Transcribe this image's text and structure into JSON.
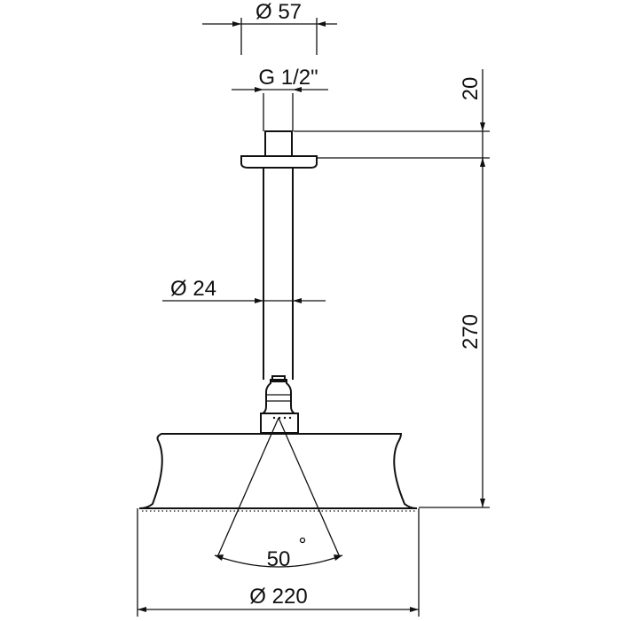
{
  "dimensions": {
    "top_width": "Ø 57",
    "thread": "G 1/2\"",
    "arm_diameter": "Ø 24",
    "ceiling_flange_height": "20",
    "arm_drop": "270",
    "spray_angle": "50",
    "head_diameter": "Ø 220"
  },
  "colors": {
    "line": "#111111",
    "background": "#ffffff"
  }
}
